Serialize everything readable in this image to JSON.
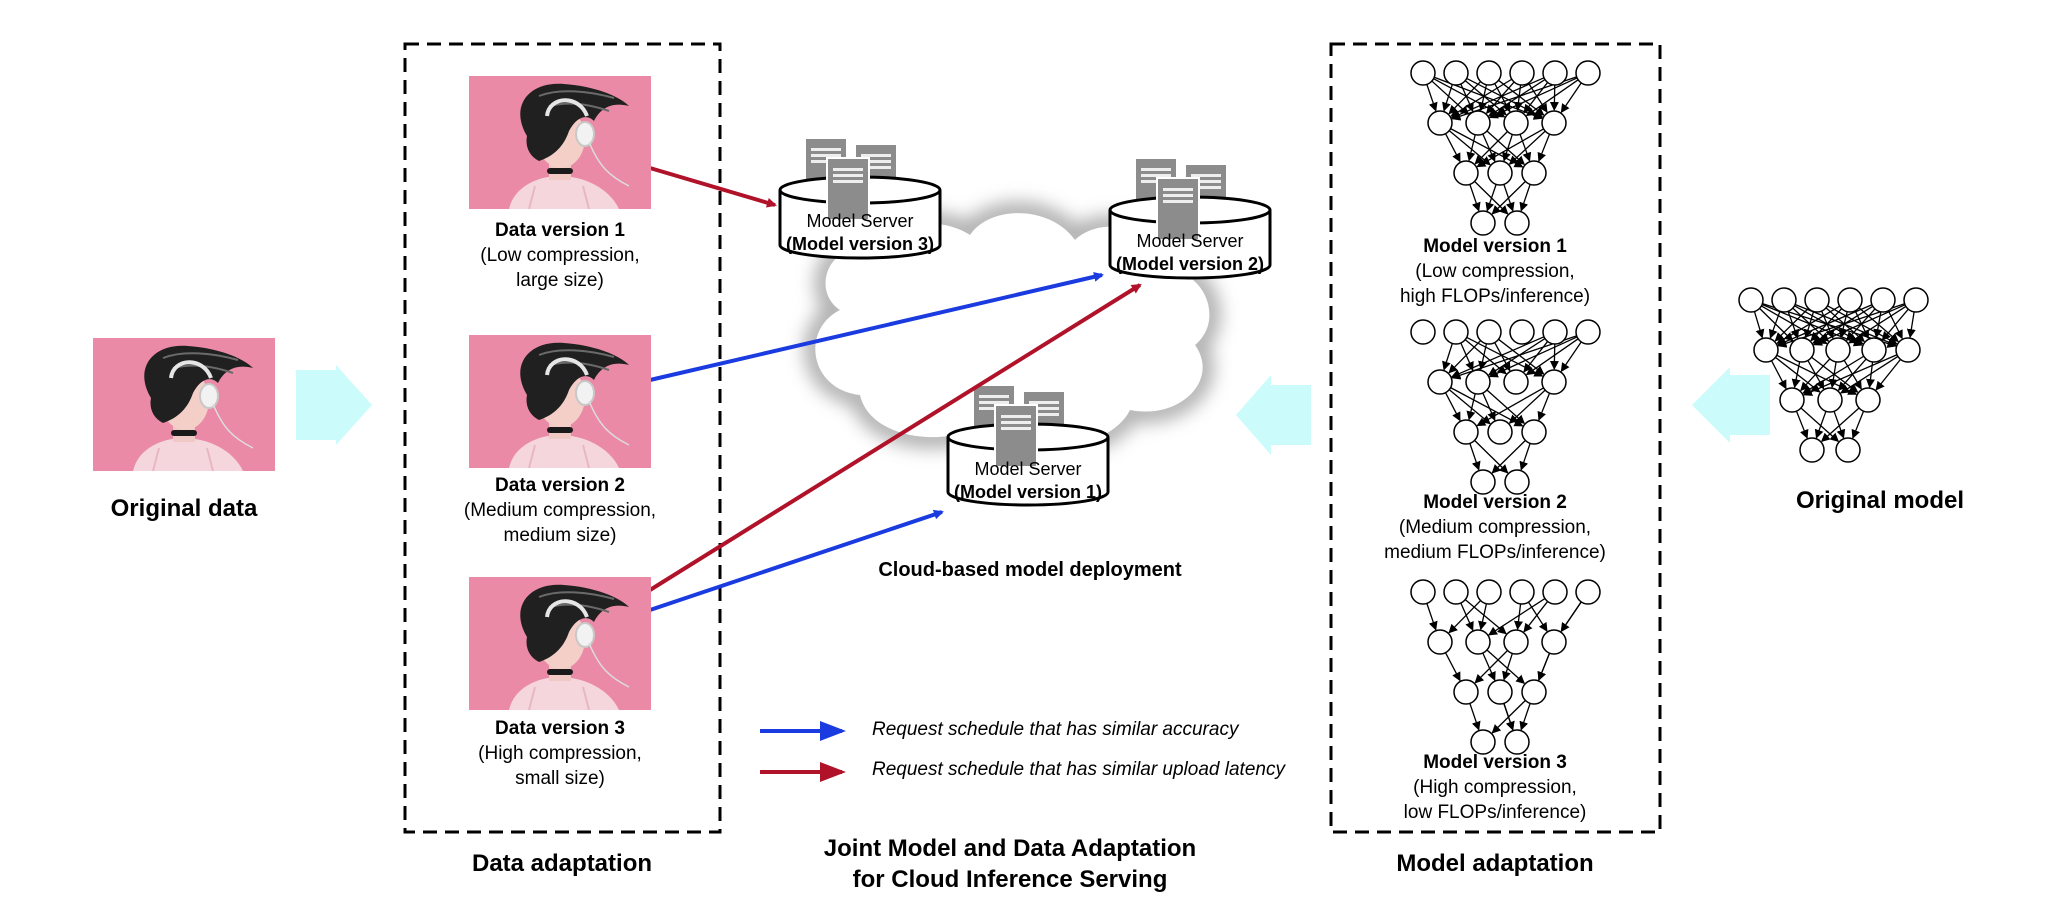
{
  "original_data": {
    "label": "Original data"
  },
  "data_adaptation": {
    "title": "Data adaptation",
    "versions": [
      {
        "name": "Data version 1",
        "line1": "(Low compression,",
        "line2": "large size)"
      },
      {
        "name": "Data version 2",
        "line1": "(Medium compression,",
        "line2": "medium size)"
      },
      {
        "name": "Data version 3",
        "line1": "(High compression,",
        "line2": "small size)"
      }
    ]
  },
  "cloud": {
    "caption": "Cloud-based model deployment",
    "servers": [
      {
        "label": "Model Server",
        "version": "(Model version 3)"
      },
      {
        "label": "Model Server",
        "version": "(Model version 2)"
      },
      {
        "label": "Model Server",
        "version": "(Model version 1)"
      }
    ]
  },
  "legend": {
    "blue": {
      "text": "Request schedule that has similar accuracy",
      "color": "#1a3be0"
    },
    "red": {
      "text": "Request schedule that has similar upload latency",
      "color": "#b0122a"
    }
  },
  "main_title": {
    "line1": "Joint Model and Data Adaptation",
    "line2": "for Cloud Inference Serving"
  },
  "model_adaptation": {
    "title": "Model adaptation",
    "versions": [
      {
        "name": "Model version 1",
        "line1": "(Low compression,",
        "line2": "high FLOPs/inference)"
      },
      {
        "name": "Model version 2",
        "line1": "(Medium compression,",
        "line2": "medium FLOPs/inference)"
      },
      {
        "name": "Model version 3",
        "line1": "(High compression,",
        "line2": "low FLOPs/inference)"
      }
    ]
  },
  "original_model": {
    "label": "Original model"
  },
  "colors": {
    "arrow_fill": "#ccfbfb",
    "photo_bg": "#ea8aa6",
    "server_gray": "#8c8c8c"
  }
}
